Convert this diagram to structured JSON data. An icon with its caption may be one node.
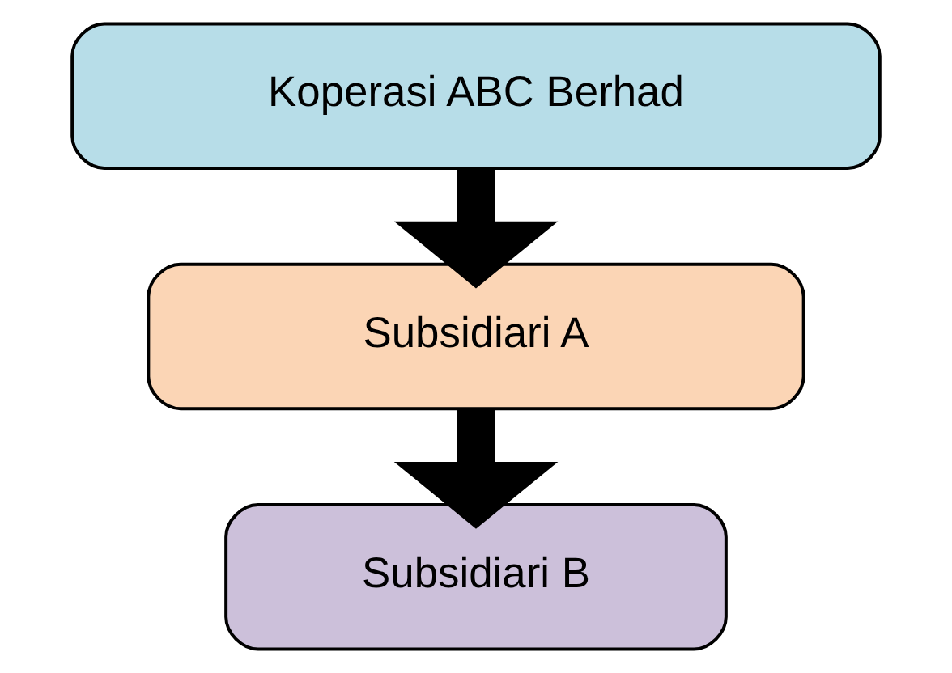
{
  "diagram": {
    "nodes": [
      {
        "text": [
          "Koperasi ABC Berhad"
        ]
      },
      {
        "text": [
          "Subsidiari A"
        ]
      },
      {
        "text": [
          "Subsidiari B"
        ]
      }
    ],
    "edges": [
      {
        "from": 0,
        "to": 1,
        "arrow": "to"
      },
      {
        "from": 1,
        "to": 2,
        "arrow": "to"
      }
    ]
  }
}
